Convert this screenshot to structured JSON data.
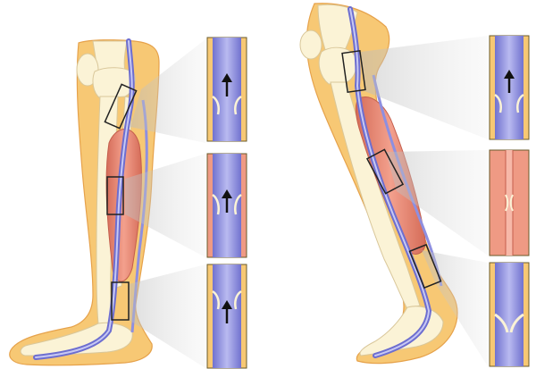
{
  "figure": {
    "panels": [
      {
        "id": "left",
        "label": "",
        "insets": [
          "valve-open",
          "valve-open",
          "valve-open"
        ]
      },
      {
        "id": "right",
        "label": "",
        "insets": [
          "valve-open",
          "compressed",
          "valve-closed"
        ]
      }
    ],
    "colors": {
      "background": "#ffffff",
      "skin": "#f7c874",
      "skin_light": "#f9d79a",
      "skin_edge": "#e6a24b",
      "bone": "#fbf3d6",
      "bone_edge": "#d9c79a",
      "muscle": "#e98a76",
      "muscle_dark": "#c45e4c",
      "vein": "#8e8fe0",
      "vein_light": "#c7c8f3",
      "vein_edge": "#5a5bb8",
      "inset_border": "#6a5a2a",
      "arrow": "#111111",
      "box_stroke": "#222222"
    },
    "arrows": [
      {
        "panel": "left",
        "inset": 0,
        "direction": "up"
      },
      {
        "panel": "left",
        "inset": 1,
        "direction": "up"
      },
      {
        "panel": "left",
        "inset": 2,
        "direction": "up"
      },
      {
        "panel": "right",
        "inset": 0,
        "direction": "up"
      }
    ]
  }
}
